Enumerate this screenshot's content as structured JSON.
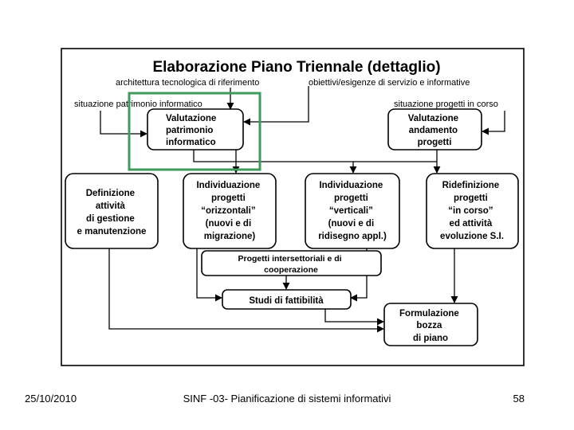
{
  "slide": {
    "title": "Elaborazione Piano Triennale (dettaglio)",
    "inputs": {
      "architettura": "architettura tecnologica di riferimento",
      "obiettivi": "obiettivi/esigenze di servizio e informative",
      "situazione_patrimonio": "situazione patrimonio informatico",
      "situazione_progetti": "situazione progetti in corso"
    },
    "boxes": {
      "valutazione_patrimonio": [
        "Valutazione",
        "patrimonio",
        "informatico"
      ],
      "valutazione_andamento": [
        "Valutazione",
        "andamento",
        "progetti"
      ],
      "definizione_attivita": [
        "Definizione",
        "attività",
        "di gestione",
        "e manutenzione"
      ],
      "progetti_orizzontali": [
        "Individuazione",
        "progetti",
        "“orizzontali”",
        "(nuovi e di",
        "migrazione)"
      ],
      "progetti_verticali": [
        "Individuazione",
        "progetti",
        "“verticali”",
        "(nuovi e di",
        "ridisegno appl.)"
      ],
      "ridefinizione": [
        "Ridefinizione",
        "progetti",
        "“in corso”",
        "ed attività",
        "evoluzione S.I."
      ],
      "intersettoriali": [
        "Progetti intersettoriali e  di",
        "cooperazione"
      ],
      "fattibilita": [
        "Studi di fattibilità"
      ],
      "formulazione": [
        "Formulazione",
        "bozza",
        "di piano"
      ]
    },
    "highlight_color": "#3f9a5f"
  },
  "footer": {
    "date": "25/10/2010",
    "course": "SINF -03- Pianificazione di sistemi informativi",
    "page": "58"
  }
}
